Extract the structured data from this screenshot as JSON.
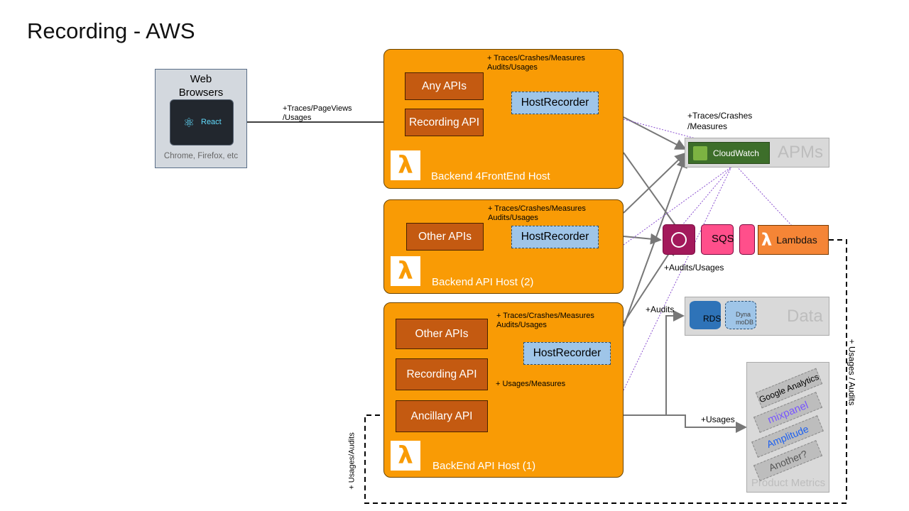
{
  "title": "Recording - AWS",
  "browser": {
    "label_line1": "Web",
    "label_line2": "Browsers",
    "chip": "React",
    "subtitle": "Chrome, Firefox, etc"
  },
  "hosts": {
    "frontend": {
      "name": "Backend 4FrontEnd Host",
      "apis": [
        "Any APIs",
        "Recording API"
      ],
      "recorder": "HostRecorder",
      "note1": "+ Traces/Crashes/Measures",
      "note2": "Audits/Usages"
    },
    "api2": {
      "name": "Backend API Host (2)",
      "apis": [
        "Other APIs"
      ],
      "recorder": "HostRecorder",
      "note1": "+ Traces/Crashes/Measures",
      "note2": "Audits/Usages"
    },
    "api1": {
      "name": "BackEnd API Host (1)",
      "apis": [
        "Other APIs",
        "Recording API",
        "Ancillary API"
      ],
      "recorder": "HostRecorder",
      "note1": "+ Traces/Crashes/Measures",
      "note2": "Audits/Usages",
      "note3": "+ Usages/Measures"
    }
  },
  "edges": {
    "browser_to_frontend_1": "+Traces/PageViews",
    "browser_to_frontend_2": "/Usages",
    "to_apm_1": "+Traces/Crashes",
    "to_apm_2": "/Measures",
    "to_queue": "+Audits/Usages",
    "to_data": "+Audits",
    "to_metrics": "+Usages",
    "lambdas_loop": "+ Usages / Audits",
    "host1_loop": "+ Usages/Audits"
  },
  "apms": {
    "title": "APMs",
    "service": "CloudWatch"
  },
  "queue": {
    "label": "SQS",
    "lambdas": "Lambdas"
  },
  "data": {
    "title": "Data",
    "rds": "RDS",
    "dynamo_1": "Dyna",
    "dynamo_2": "moDB"
  },
  "metrics": {
    "title": "Product Metrics",
    "items": [
      "Google Analytics",
      "mixpanel",
      "Amplitude",
      "Another?"
    ]
  },
  "colors": {
    "host": "#f99b05",
    "api": "#c45a11",
    "recorder": "#9fc5e8",
    "sqs": "#e7157b",
    "lambdas": "#f58536",
    "cloudwatch": "#3d6e2a"
  }
}
